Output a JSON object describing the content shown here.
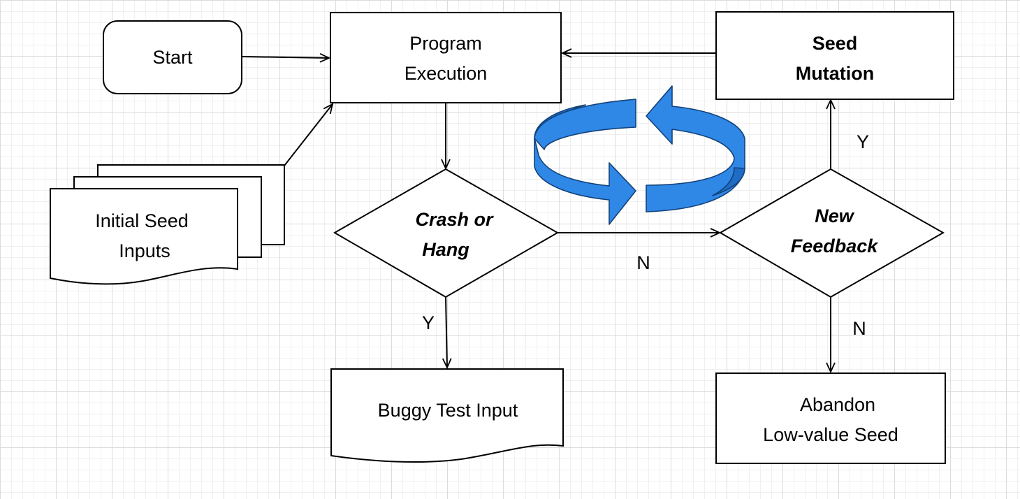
{
  "nodes": {
    "start": {
      "label": "Start"
    },
    "program_execution": {
      "line1": "Program",
      "line2": "Execution"
    },
    "seed_mutation": {
      "line1": "Seed",
      "line2": "Mutation"
    },
    "initial_seed_inputs": {
      "line1": "Initial Seed",
      "line2": "Inputs"
    },
    "crash_or_hang": {
      "line1": "Crash or",
      "line2": "Hang"
    },
    "new_feedback": {
      "line1": "New",
      "line2": "Feedback"
    },
    "buggy_test_input": {
      "label": "Buggy Test Input"
    },
    "abandon_seed": {
      "line1": "Abandon",
      "line2": "Low-value Seed"
    }
  },
  "edge_labels": {
    "crash_yes": "Y",
    "crash_no": "N",
    "feedback_yes": "Y",
    "feedback_no": "N"
  },
  "colors": {
    "cycle_fill": "#2f87e6",
    "cycle_stroke": "#12427a",
    "line": "#000000"
  }
}
